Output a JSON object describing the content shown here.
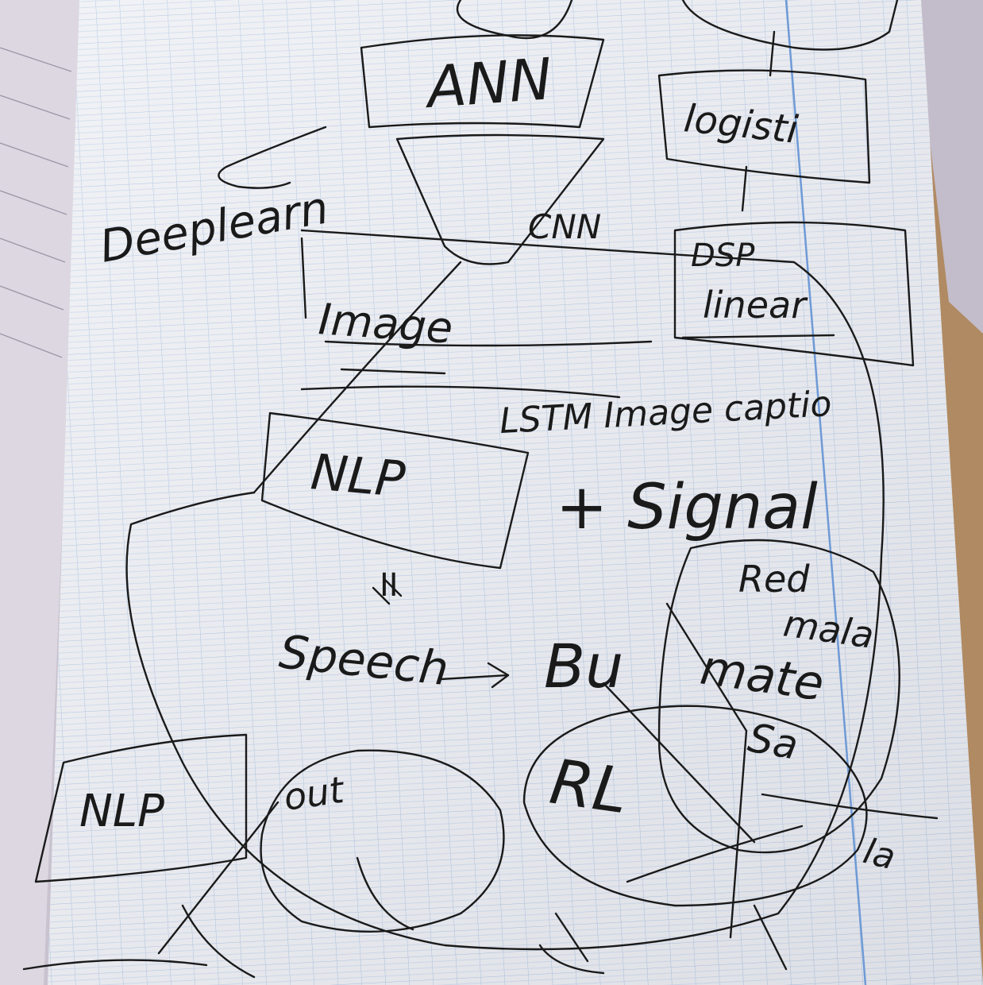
{
  "photo": {
    "subject": "handwritten mind-map sketch on squared notebook paper",
    "paper_color": "#eef0f4",
    "grid_color": "#a9bfe0",
    "margin_line_color": "#6f9ad6",
    "ink_color": "#1a1a1a",
    "desk_color": "#b08a62",
    "cover_color": "#c9c2cf"
  },
  "nodes": {
    "ann": "ANN",
    "logistic": "logisti",
    "cnn": "CNN",
    "deep_learning": "Deeplearn",
    "dsp": "DSP",
    "linear": "linear",
    "image": "Image",
    "lstm_image": "LSTM Image captio",
    "nlp_main": "NLP",
    "signal": "+ Signal",
    "speech": "Speech",
    "bu": "Bu",
    "nlp_small": "NLP",
    "rl": "RL",
    "red": "Red",
    "mala": "mala",
    "mate": "mate",
    "sa": "Sa",
    "la": "la",
    "pause": "II",
    "out": "out"
  }
}
